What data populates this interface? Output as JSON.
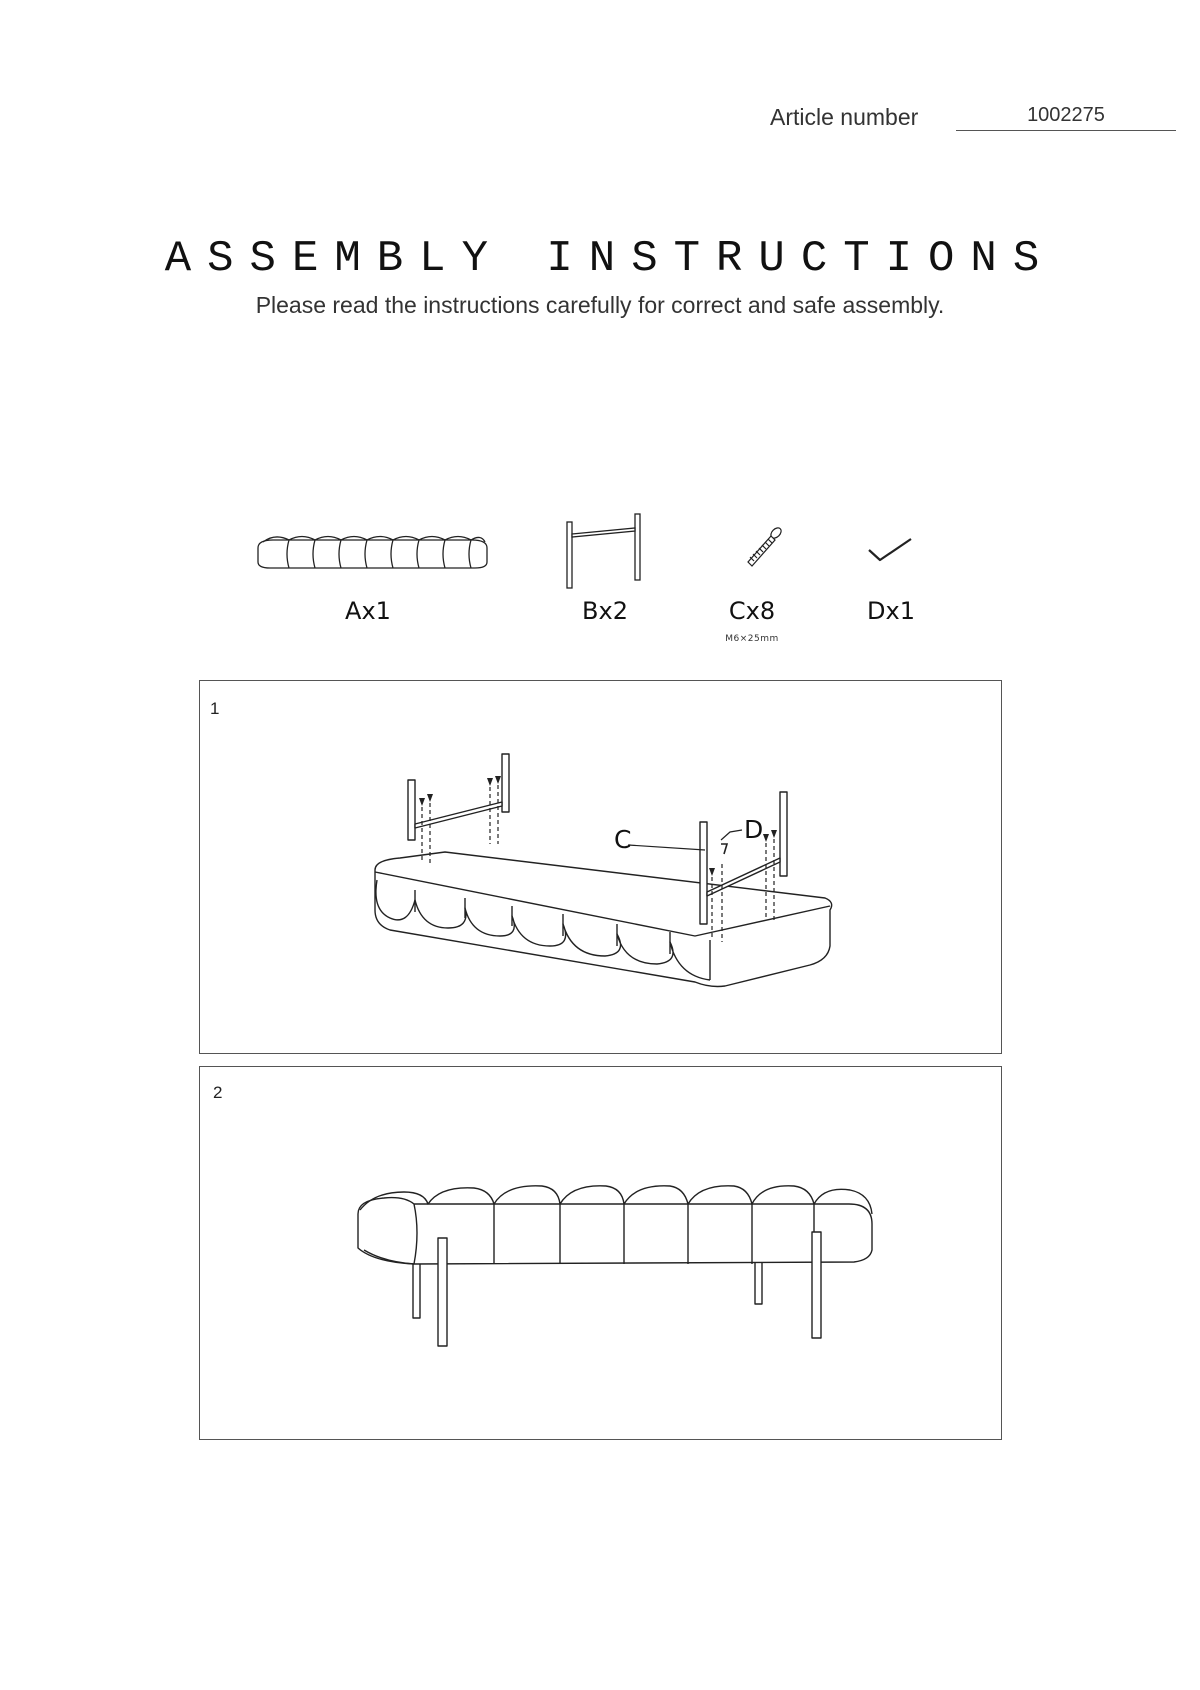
{
  "header": {
    "article_label": "Article number",
    "article_value": "1002275"
  },
  "title": "ASSEMBLY INSTRUCTIONS",
  "subtitle": "Please read the instructions carefully for correct and safe assembly.",
  "parts": [
    {
      "id": "A",
      "label": "Ax1",
      "icon": "bench-cushion-icon"
    },
    {
      "id": "B",
      "label": "Bx2",
      "icon": "leg-frame-icon"
    },
    {
      "id": "C",
      "label": "Cx8",
      "sub": "M6×25mm",
      "icon": "bolt-icon"
    },
    {
      "id": "D",
      "label": "Dx1",
      "icon": "allen-key-icon"
    }
  ],
  "steps": [
    {
      "number": "1",
      "callouts": [
        "C",
        "D"
      ]
    },
    {
      "number": "2"
    }
  ]
}
